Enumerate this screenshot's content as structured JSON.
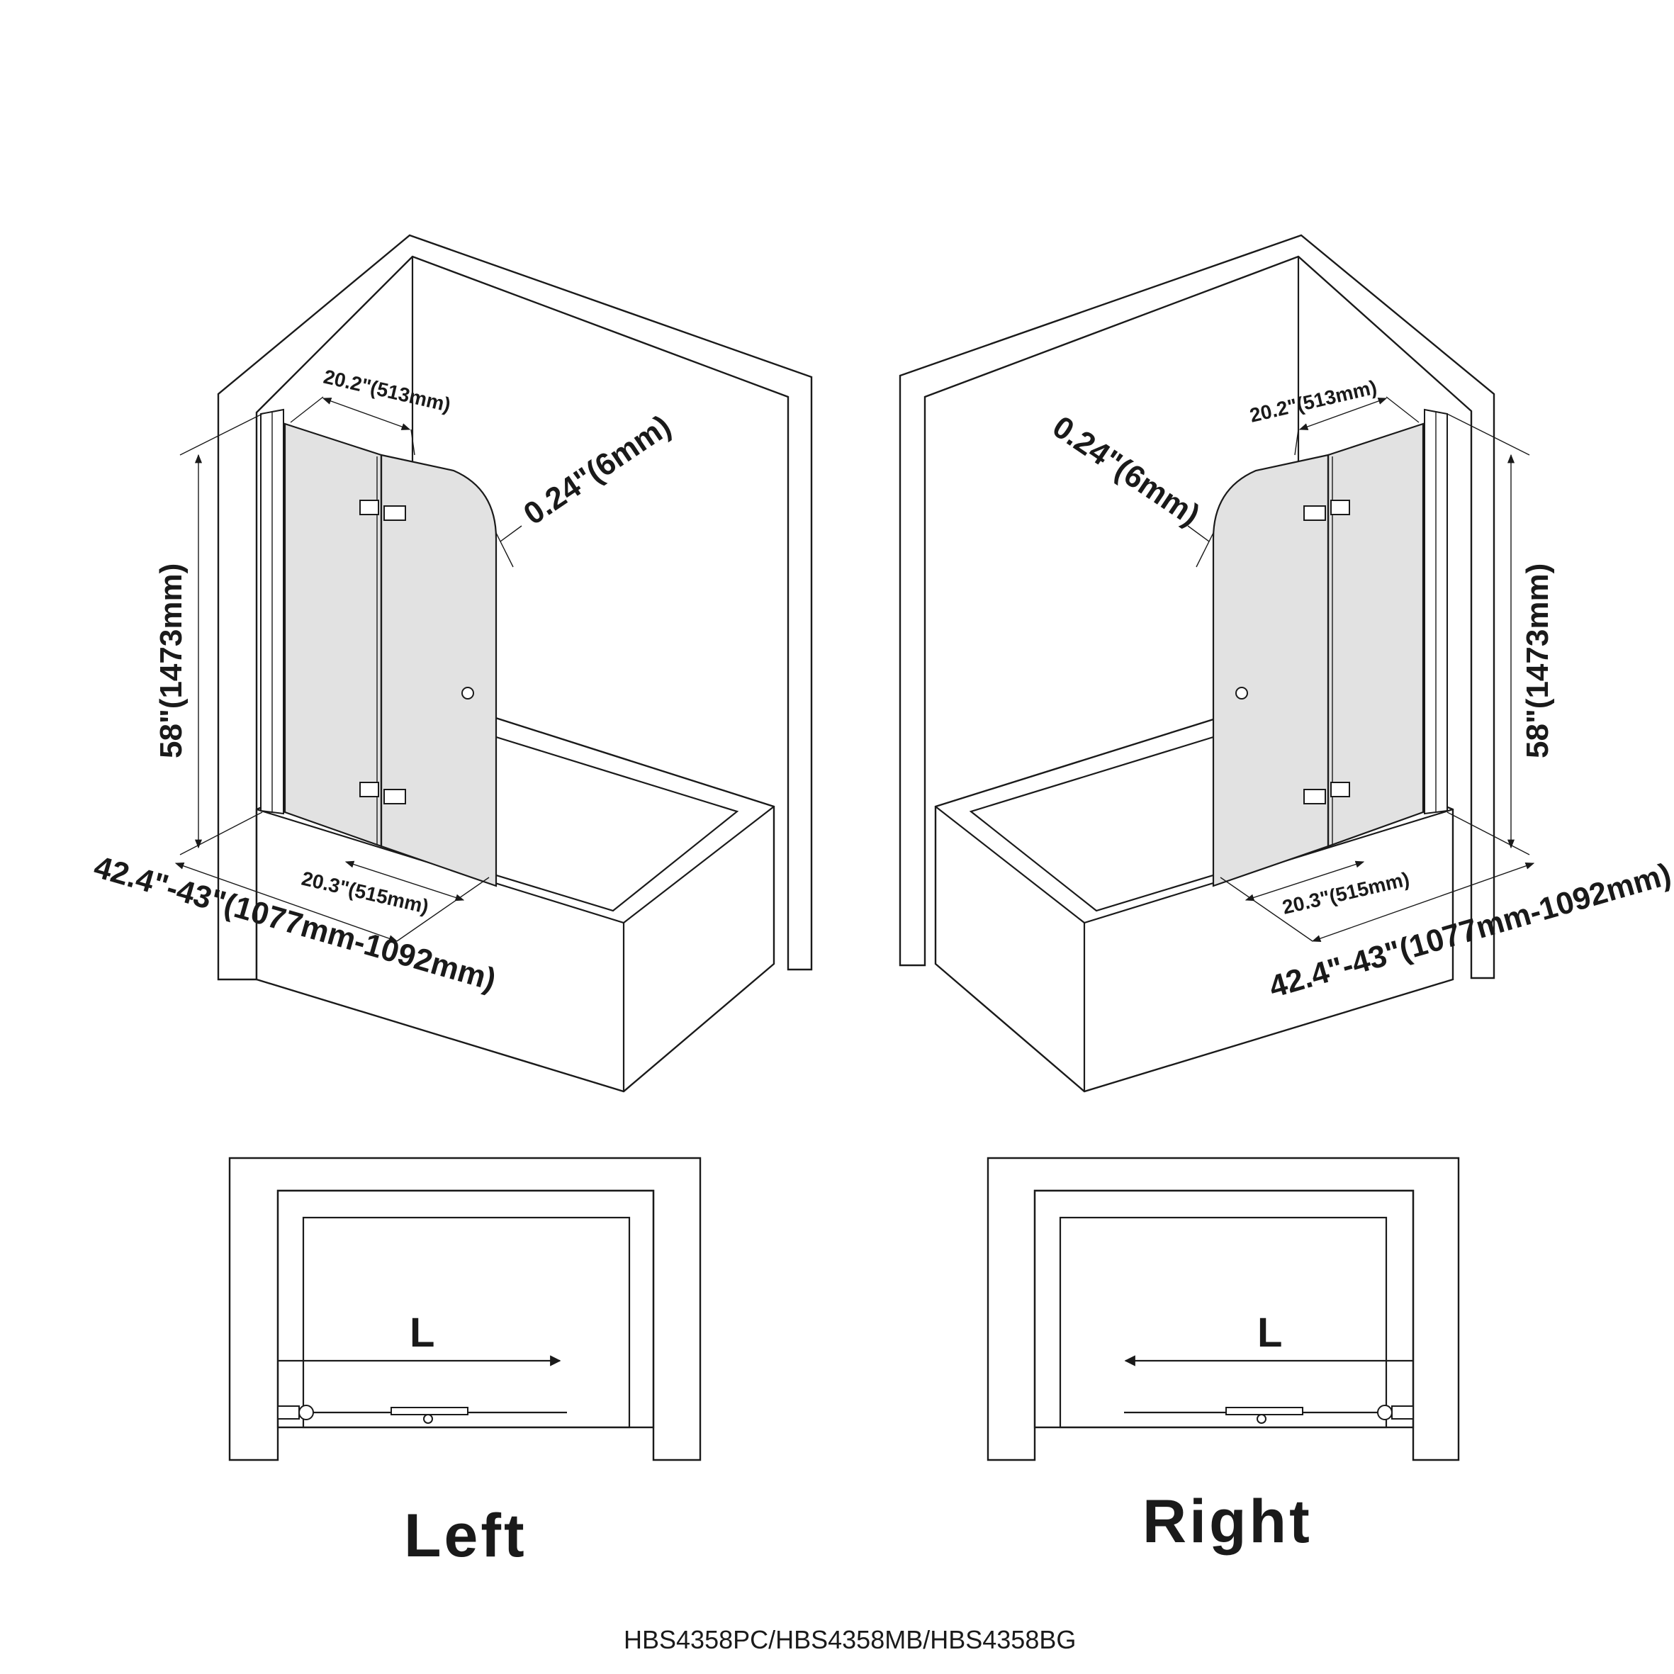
{
  "left_view": {
    "panel_width_top": "20.2\"(513mm)",
    "thickness": "0.24\"(6mm)",
    "height": "58\"(1473mm)",
    "panel_width_bottom": "20.3\"(515mm)",
    "total_width": "42.4\"-43\"(1077mm-1092mm)",
    "plan_arrow_label": "L",
    "caption": "Left"
  },
  "right_view": {
    "panel_width_top": "20.2\"(513mm)",
    "thickness": "0.24\"(6mm)",
    "height": "58\"(1473mm)",
    "panel_width_bottom": "20.3\"(515mm)",
    "total_width": "42.4\"-43\"(1077mm-1092mm)",
    "plan_arrow_label": "L",
    "caption": "Right"
  },
  "model_numbers": "HBS4358PC/HBS4358MB/HBS4358BG"
}
